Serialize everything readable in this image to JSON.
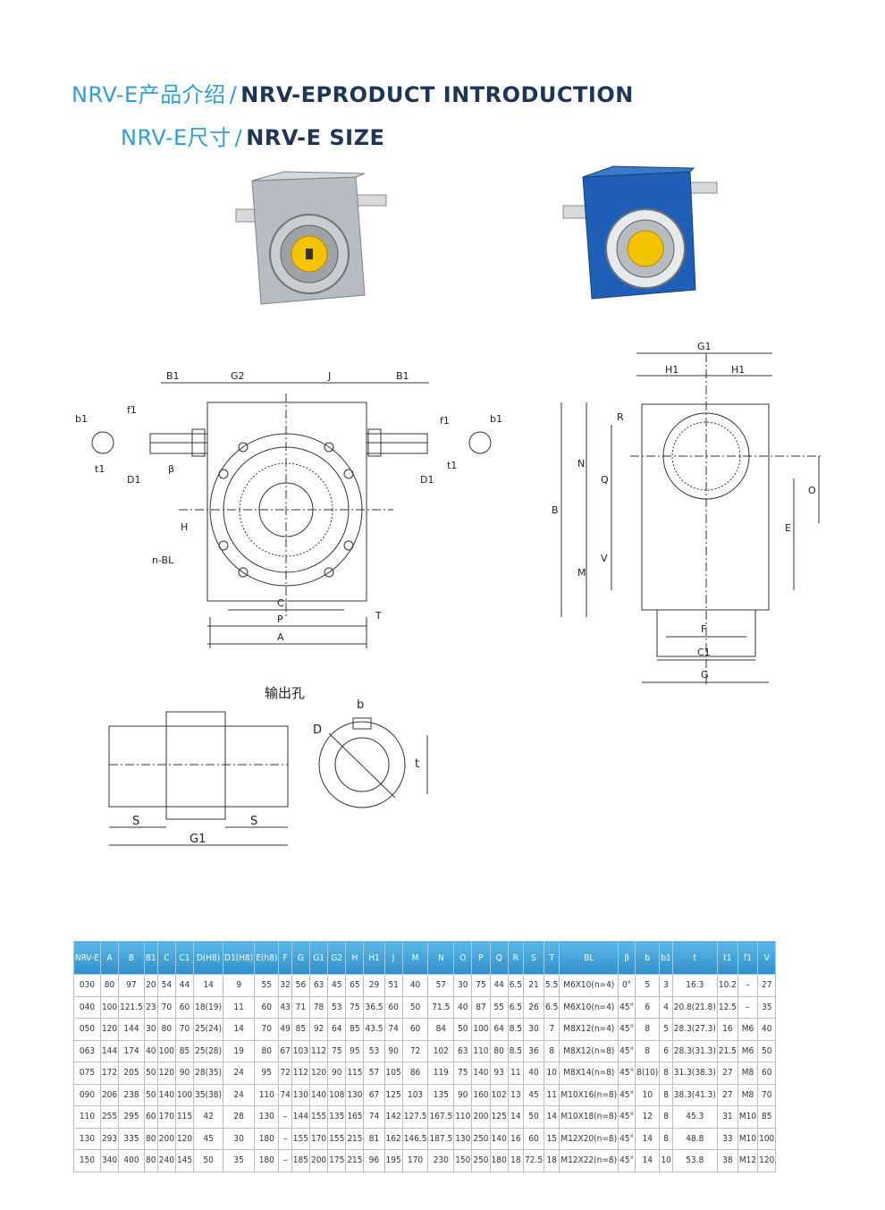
{
  "header": {
    "line1_cn": "NRV-E产品介绍",
    "line1_sep": "/",
    "line1_en": "NRV-EPRODUCT INTRODUCTION",
    "line2_cn": "NRV-E尺寸",
    "line2_sep": "/",
    "line2_en": "NRV-E SIZE"
  },
  "photos": {
    "left_color": "#b8bcc2",
    "right_color": "#1f5fb8",
    "cap_color": "#f5c400"
  },
  "drawing_labels": {
    "front": [
      "B1",
      "G2",
      "J",
      "B1",
      "b1",
      "f1",
      "b1",
      "f1",
      "t1",
      "t1",
      "D1",
      "D1",
      "β",
      "H",
      "n-BL",
      "C",
      "P",
      "A",
      "T"
    ],
    "side": [
      "G1",
      "H1",
      "H1",
      "R",
      "N",
      "Q",
      "B",
      "M",
      "V",
      "O",
      "E",
      "F",
      "C1",
      "G"
    ],
    "hole_title": "输出孔",
    "hole": [
      "b",
      "D",
      "t",
      "S",
      "S",
      "G1"
    ]
  },
  "table": {
    "headers": [
      "NRV-E",
      "A",
      "B",
      "B1",
      "C",
      "C1",
      "D(H8)",
      "D1(H8)",
      "E(h8)",
      "F",
      "G",
      "G1",
      "G2",
      "H",
      "H1",
      "J",
      "M",
      "N",
      "O",
      "P",
      "Q",
      "R",
      "S",
      "T",
      "BL",
      "β",
      "b",
      "b1",
      "t",
      "t1",
      "f1",
      "V"
    ],
    "rows": [
      [
        "030",
        "80",
        "97",
        "20",
        "54",
        "44",
        "14",
        "9",
        "55",
        "32",
        "56",
        "63",
        "45",
        "65",
        "29",
        "51",
        "40",
        "57",
        "30",
        "75",
        "44",
        "6.5",
        "21",
        "5.5",
        "M6X10(n=4)",
        "0°",
        "5",
        "3",
        "16.3",
        "10.2",
        "–",
        "27"
      ],
      [
        "040",
        "100",
        "121.5",
        "23",
        "70",
        "60",
        "18(19)",
        "11",
        "60",
        "43",
        "71",
        "78",
        "53",
        "75",
        "36.5",
        "60",
        "50",
        "71.5",
        "40",
        "87",
        "55",
        "6.5",
        "26",
        "6.5",
        "M6X10(n=4)",
        "45°",
        "6",
        "4",
        "20.8(21.8)",
        "12.5",
        "–",
        "35"
      ],
      [
        "050",
        "120",
        "144",
        "30",
        "80",
        "70",
        "25(24)",
        "14",
        "70",
        "49",
        "85",
        "92",
        "64",
        "85",
        "43.5",
        "74",
        "60",
        "84",
        "50",
        "100",
        "64",
        "8.5",
        "30",
        "7",
        "M8X12(n=4)",
        "45°",
        "8",
        "5",
        "28.3(27.3)",
        "16",
        "M6",
        "40"
      ],
      [
        "063",
        "144",
        "174",
        "40",
        "100",
        "85",
        "25(28)",
        "19",
        "80",
        "67",
        "103",
        "112",
        "75",
        "95",
        "53",
        "90",
        "72",
        "102",
        "63",
        "110",
        "80",
        "8.5",
        "36",
        "8",
        "M8X12(n=8)",
        "45°",
        "8",
        "6",
        "28.3(31.3)",
        "21.5",
        "M6",
        "50"
      ],
      [
        "075",
        "172",
        "205",
        "50",
        "120",
        "90",
        "28(35)",
        "24",
        "95",
        "72",
        "112",
        "120",
        "90",
        "115",
        "57",
        "105",
        "86",
        "119",
        "75",
        "140",
        "93",
        "11",
        "40",
        "10",
        "M8X14(n=8)",
        "45°",
        "8(10)",
        "8",
        "31.3(38.3)",
        "27",
        "M8",
        "60"
      ],
      [
        "090",
        "206",
        "238",
        "50",
        "140",
        "100",
        "35(38)",
        "24",
        "110",
        "74",
        "130",
        "140",
        "108",
        "130",
        "67",
        "125",
        "103",
        "135",
        "90",
        "160",
        "102",
        "13",
        "45",
        "11",
        "M10X16(n=8)",
        "45°",
        "10",
        "8",
        "38.3(41.3)",
        "27",
        "M8",
        "70"
      ],
      [
        "110",
        "255",
        "295",
        "60",
        "170",
        "115",
        "42",
        "28",
        "130",
        "–",
        "144",
        "155",
        "135",
        "165",
        "74",
        "142",
        "127.5",
        "167.5",
        "110",
        "200",
        "125",
        "14",
        "50",
        "14",
        "M10X18(n=8)",
        "45°",
        "12",
        "8",
        "45.3",
        "31",
        "M10",
        "85"
      ],
      [
        "130",
        "293",
        "335",
        "80",
        "200",
        "120",
        "45",
        "30",
        "180",
        "–",
        "155",
        "170",
        "155",
        "215",
        "81",
        "162",
        "146.5",
        "187.5",
        "130",
        "250",
        "140",
        "16",
        "60",
        "15",
        "M12X20(n=8)",
        "45°",
        "14",
        "8",
        "48.8",
        "33",
        "M10",
        "100"
      ],
      [
        "150",
        "340",
        "400",
        "80",
        "240",
        "145",
        "50",
        "35",
        "180",
        "–",
        "185",
        "200",
        "175",
        "215",
        "96",
        "195",
        "170",
        "230",
        "150",
        "250",
        "180",
        "18",
        "72.5",
        "18",
        "M12X22(n=8)",
        "45°",
        "14",
        "10",
        "53.8",
        "38",
        "M12",
        "120"
      ]
    ]
  }
}
